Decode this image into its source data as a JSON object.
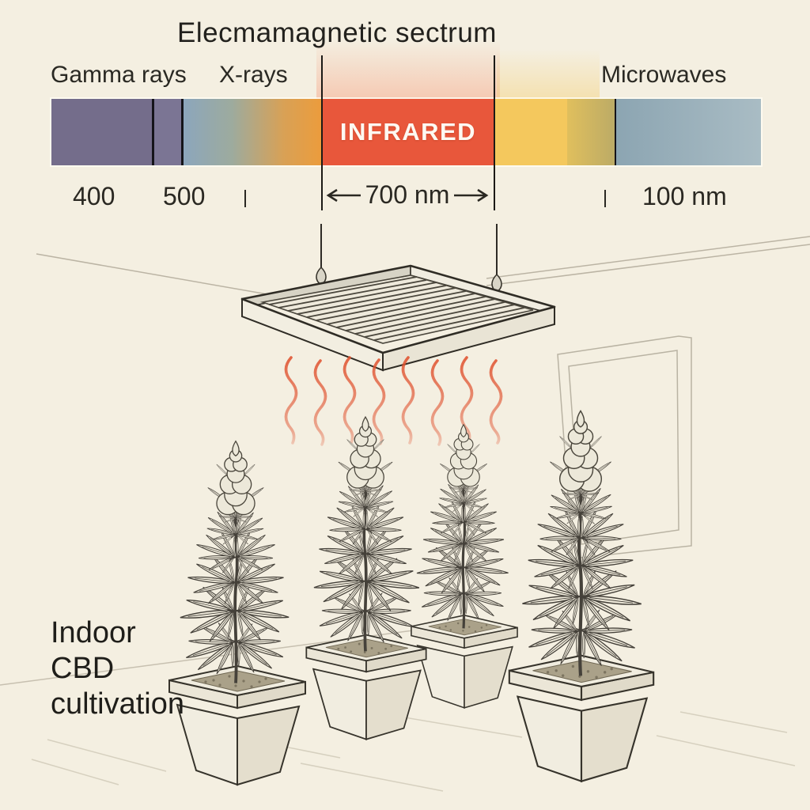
{
  "header": {
    "title": "Elecmamagnetic sectrum"
  },
  "spectrum": {
    "band_labels": {
      "gamma": "Gamma rays",
      "xray": "X-rays",
      "micro": "Microwaves"
    },
    "infrared_label": "INFRARED",
    "scale": {
      "tick_400": "400",
      "tick_500": "500",
      "dim_700": "700 nm",
      "tick_100": "100 nm"
    },
    "colors": {
      "gamma_segment": "#746d8b",
      "xray_segment": "#7b7594",
      "visible_gradient_start": "#8ca6bc",
      "visible_gradient_end": "#ec9c3c",
      "infrared_segment": "#e8573b",
      "yellow_segment": "#f4c85d",
      "olive_segment": "#bcab66",
      "microwave_segment_start": "#8ca5b2",
      "microwave_segment_end": "#a9bcc4",
      "divider": "#15141a",
      "infrared_text": "#fdf9f2"
    }
  },
  "scene": {
    "caption_lines": [
      "Indoor",
      "CBD",
      "cultivation"
    ],
    "plant_count": 4,
    "heat_wave_count": 8,
    "colors": {
      "background": "#f4efe1",
      "heat_wave": "#e0522f",
      "line_art_ink": "#3a362d",
      "faint_wall_line": "#bbb4a4"
    }
  }
}
